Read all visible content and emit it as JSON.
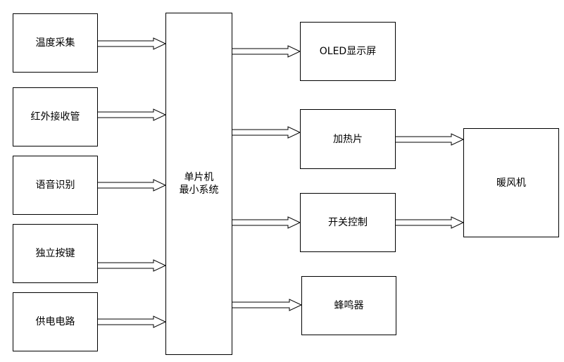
{
  "inputs": [
    {
      "label": "温度采集"
    },
    {
      "label": "红外接收管"
    },
    {
      "label": "语音识别"
    },
    {
      "label": "独立按键"
    },
    {
      "label": "供电电路"
    }
  ],
  "mcu": {
    "line1": "单片机",
    "line2": "最小系统"
  },
  "outputs": [
    {
      "label": "OLED显示屏"
    },
    {
      "label": "加热片"
    },
    {
      "label": "开关控制"
    },
    {
      "label": "蜂鸣器"
    }
  ],
  "fan": {
    "label": "暖风机"
  }
}
